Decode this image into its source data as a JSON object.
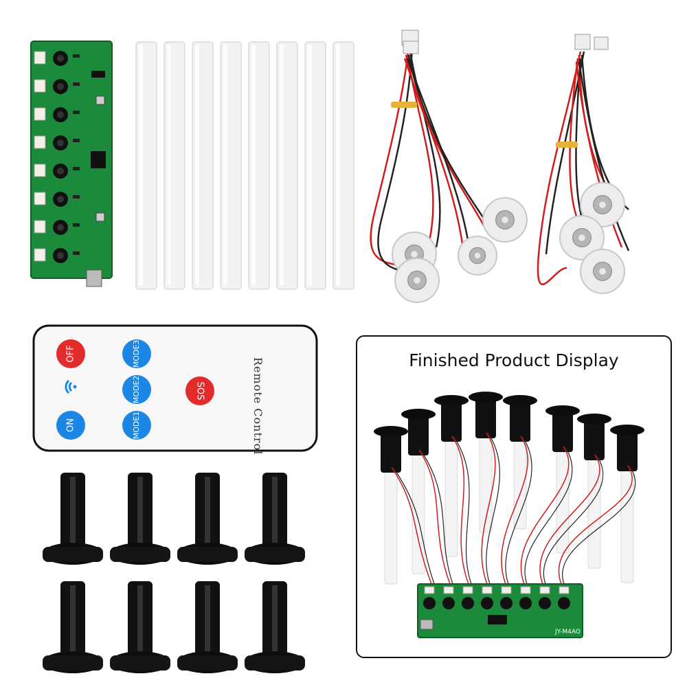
{
  "remote": {
    "title": "Remote Control",
    "buttons": {
      "off": "OFF",
      "on": "ON",
      "mode1": "MODE1",
      "mode2": "MODE2",
      "mode3": "MODE3",
      "sos": "SOS"
    },
    "colors": {
      "red": "#e32b2b",
      "blue": "#1b86e3"
    }
  },
  "display": {
    "title": "Finished Product Display",
    "board_label": "JY-M4AO"
  },
  "colors": {
    "pcb": "#1b8a3a",
    "wire_red": "#d21c1c",
    "holder": "#111111",
    "wick": "#f2f2f2"
  }
}
